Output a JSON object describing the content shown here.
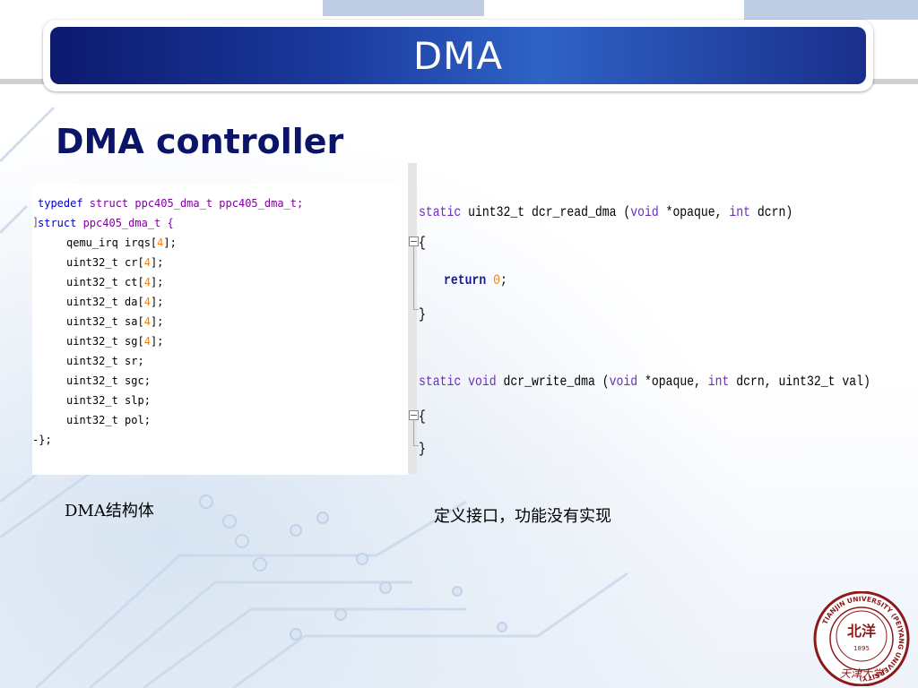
{
  "slide": {
    "title": "DMA",
    "subtitle": "DMA controller"
  },
  "code_left": {
    "lines": [
      {
        "kw": "typedef",
        "rest": " struct ppc405_dma_t ppc405_dma_t;"
      },
      {
        "kw": "struct",
        "rest": " ppc405_dma_t {"
      },
      {
        "type": "qemu_irq",
        "rest": " irqs[",
        "num": "4",
        "end": "];"
      },
      {
        "type": "uint32_t",
        "rest": " cr[",
        "num": "4",
        "end": "];"
      },
      {
        "type": "uint32_t",
        "rest": " ct[",
        "num": "4",
        "end": "];"
      },
      {
        "type": "uint32_t",
        "rest": " da[",
        "num": "4",
        "end": "];"
      },
      {
        "type": "uint32_t",
        "rest": " sa[",
        "num": "4",
        "end": "];"
      },
      {
        "type": "uint32_t",
        "rest": " sg[",
        "num": "4",
        "end": "];"
      },
      {
        "type": "uint32_t",
        "rest": " sr;"
      },
      {
        "type": "uint32_t",
        "rest": " sgc;"
      },
      {
        "type": "uint32_t",
        "rest": " slp;"
      },
      {
        "type": "uint32_t",
        "rest": " pol;"
      },
      {
        "close": "};"
      }
    ]
  },
  "code_right": {
    "read_sig": {
      "kw1": "static",
      "mid1": " uint32_t dcr_read_dma (",
      "kw2": "void",
      "mid2": " *opaque, ",
      "kw3": "int",
      "end": " dcrn)"
    },
    "open1": "{",
    "ret_kw": "return",
    "ret_val": " 0",
    "ret_end": ";",
    "close1": "}",
    "write_sig": {
      "kw1": "static",
      "kw1b": " void",
      "mid1": " dcr_write_dma (",
      "kw2": "void",
      "mid2": " *opaque, ",
      "kw3": "int",
      "end": " dcrn, uint32_t val)"
    },
    "open2": "{",
    "close2": "}"
  },
  "captions": {
    "left": "DMA结构体",
    "right": "定义接口，功能没有实现"
  },
  "logo": {
    "ring_text": "TIANJIN UNIVERSITY (PEIYANG UNIVERSITY)",
    "center_text": "北洋",
    "year": "1895",
    "bottom_text": "天津大学"
  },
  "colors": {
    "title_dark": "#0c1a6e",
    "title_light": "#2f63c6",
    "subtitle": "#0c1468",
    "logo_red": "#8b1a1a"
  }
}
